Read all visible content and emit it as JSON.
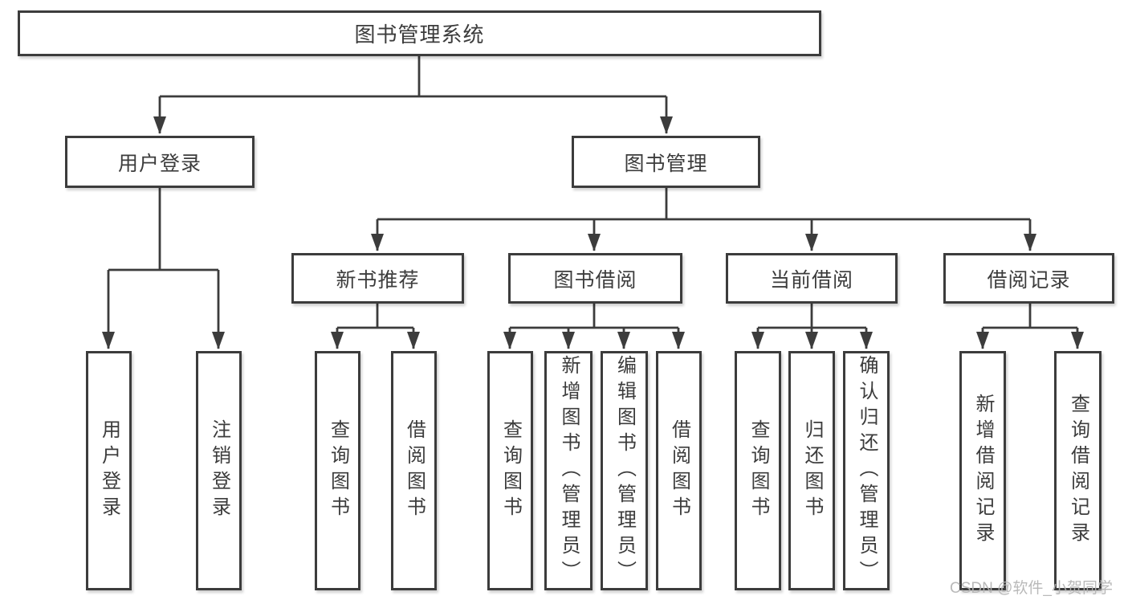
{
  "tree": {
    "root": {
      "label": "图书管理系统"
    },
    "modules": [
      {
        "label": "用户登录",
        "features": [
          "用户登录",
          "注销登录"
        ]
      },
      {
        "label": "图书管理",
        "submodules": [
          {
            "label": "新书推荐",
            "features": [
              "查询图书",
              "借阅图书"
            ]
          },
          {
            "label": "图书借阅",
            "features": [
              "查询图书",
              "新增图书（管理员）",
              "编辑图书（管理员）",
              "借阅图书"
            ]
          },
          {
            "label": "当前借阅",
            "features": [
              "查询图书",
              "归还图书",
              "确认归还（管理员）"
            ]
          },
          {
            "label": "借阅记录",
            "features": [
              "新增借阅记录",
              "查询借阅记录"
            ]
          }
        ]
      }
    ]
  },
  "watermark": "CSDN @软件_小贺同学"
}
